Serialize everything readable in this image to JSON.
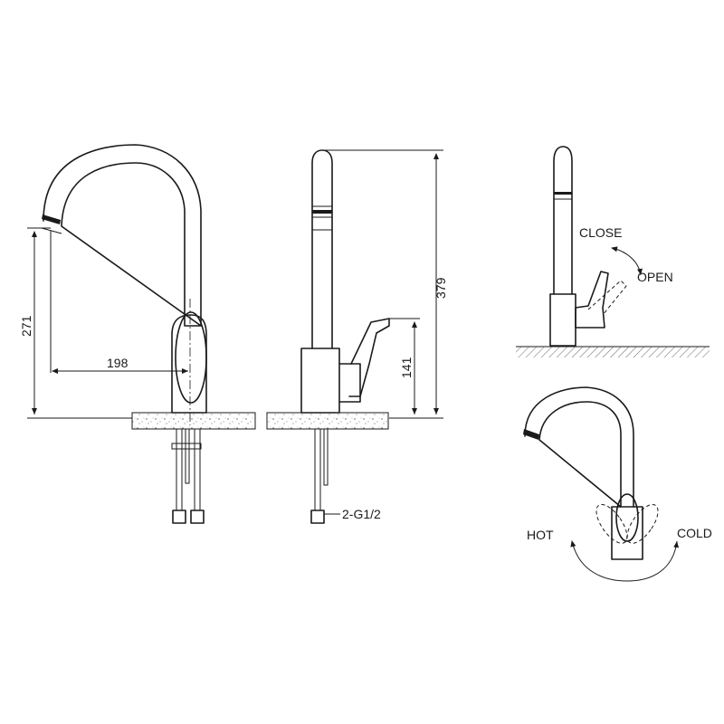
{
  "dimensions": {
    "spout_height": "271",
    "spout_reach": "198",
    "total_height": "379",
    "handle_height": "141",
    "inlet_thread": "2-G1/2"
  },
  "operation_labels": {
    "close": "CLOSE",
    "open": "OPEN",
    "hot": "HOT",
    "cold": "COLD"
  }
}
